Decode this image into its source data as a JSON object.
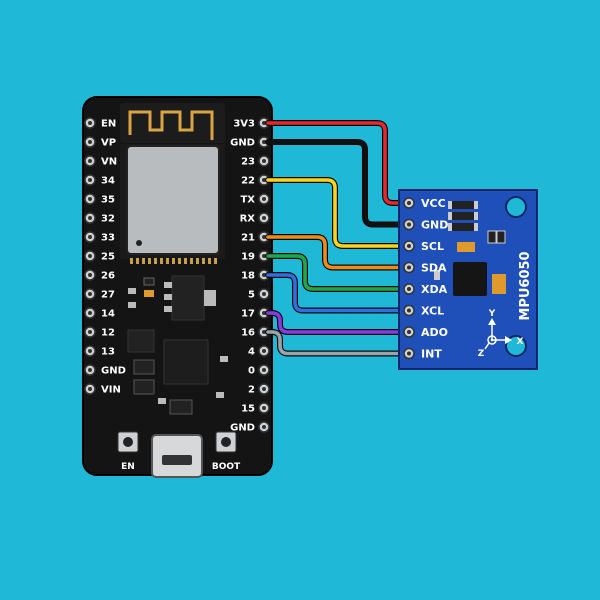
{
  "esp32": {
    "left_pins": [
      "EN",
      "VP",
      "VN",
      "34",
      "35",
      "32",
      "33",
      "25",
      "26",
      "27",
      "14",
      "12",
      "13",
      "GND",
      "VIN"
    ],
    "right_pins": [
      "3V3",
      "GND",
      "23",
      "22",
      "TX",
      "RX",
      "21",
      "19",
      "18",
      "5",
      "17",
      "16",
      "4",
      "0",
      "2",
      "15",
      "GND"
    ],
    "button_en": "EN",
    "button_boot": "BOOT"
  },
  "mpu6050": {
    "title": "MPU6050",
    "pins": [
      "VCC",
      "GND",
      "SCL",
      "SDA",
      "XDA",
      "XCL",
      "ADO",
      "INT"
    ],
    "axis_x": "X",
    "axis_y": "Y",
    "axis_z": "Z"
  },
  "wires": [
    {
      "from": "3V3",
      "to": "VCC",
      "color": "#e8262b"
    },
    {
      "from": "GND",
      "to": "GND",
      "color": "#111111"
    },
    {
      "from": "22",
      "to": "SCL",
      "color": "#ffd21f"
    },
    {
      "from": "21",
      "to": "SDA",
      "color": "#f08a1c"
    },
    {
      "from": "19",
      "to": "XDA",
      "color": "#1fa84a"
    },
    {
      "from": "18",
      "to": "XCL",
      "color": "#2f6fe0"
    },
    {
      "from": "17",
      "to": "ADO",
      "color": "#8a3be0"
    },
    {
      "from": "16",
      "to": "INT",
      "color": "#9aa3aa"
    }
  ],
  "colors": {
    "background": "#1fb8d6",
    "esp_board": "#141414",
    "mpu_board": "#1f4fb8"
  }
}
